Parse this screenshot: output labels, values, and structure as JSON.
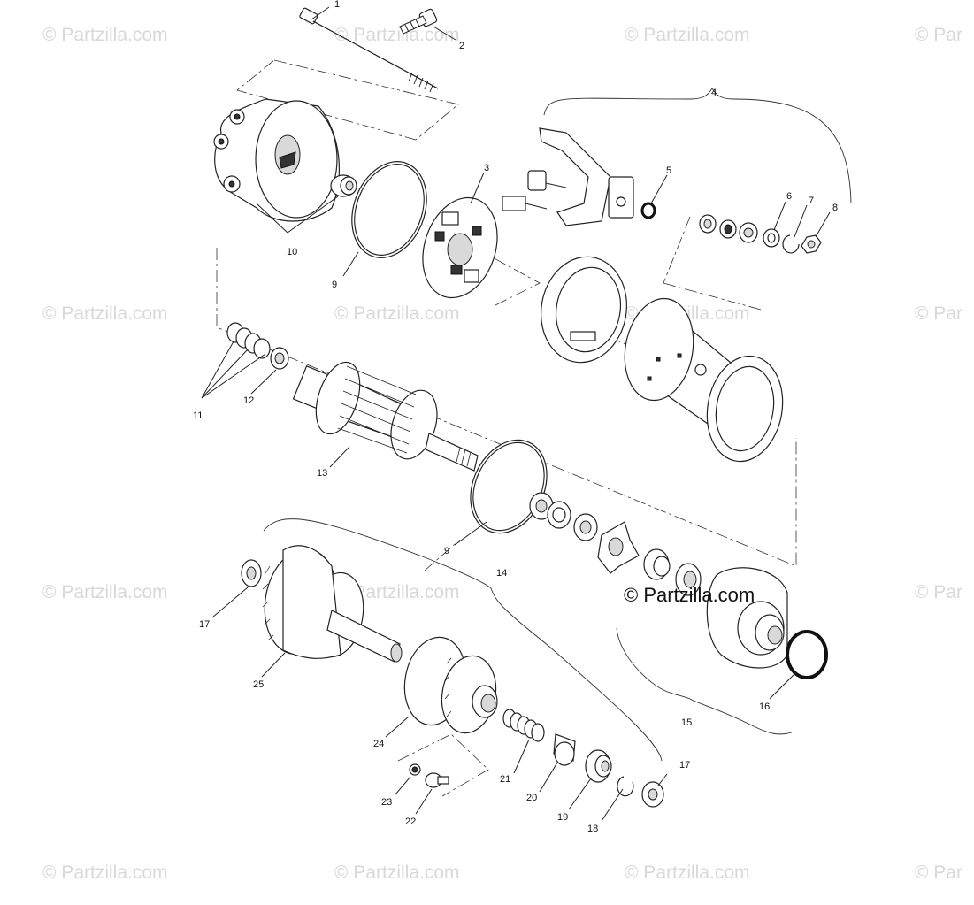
{
  "watermarks": {
    "text": "© Partzilla.com",
    "text_clipped": "© Par"
  },
  "brand": {
    "text": "© Partzilla.com"
  },
  "callouts": {
    "c1": "1",
    "c2": "2",
    "c3": "3",
    "c4": "4",
    "c5": "5",
    "c6": "6",
    "c7": "7",
    "c8": "8",
    "c9a": "9",
    "c9b": "9",
    "c10": "10",
    "c11": "11",
    "c12": "12",
    "c13": "13",
    "c14": "14",
    "c15": "15",
    "c16": "16",
    "c17a": "17",
    "c17b": "17",
    "c18": "18",
    "c19": "19",
    "c20": "20",
    "c21": "21",
    "c22": "22",
    "c23": "23",
    "c24": "24",
    "c25": "25"
  }
}
